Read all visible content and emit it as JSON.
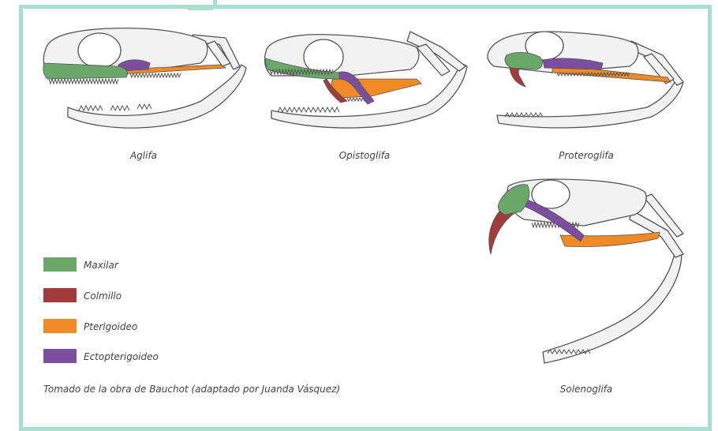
{
  "colors": {
    "maxilar": "#6aa86a",
    "colmillo": "#a23b3b",
    "pterigoideo": "#f08a24",
    "ectopterigoideo": "#7b4ea0",
    "frame": "#a8e0cc"
  },
  "skulls": [
    {
      "label": "Aglifa"
    },
    {
      "label": "Opistoglifa"
    },
    {
      "label": "Proteroglifa"
    },
    {
      "label": "Solenoglifa"
    }
  ],
  "legend": [
    {
      "label": "Maxilar",
      "color_key": "maxilar"
    },
    {
      "label": "Colmillo",
      "color_key": "colmillo"
    },
    {
      "label": "Pterigoideo",
      "color_key": "pterigoideo"
    },
    {
      "label": "Ectopterigoideo",
      "color_key": "ectopterigoideo"
    }
  ],
  "credit": "Tomado de la obra de Bauchot (adaptado por Juanda Vásquez)"
}
